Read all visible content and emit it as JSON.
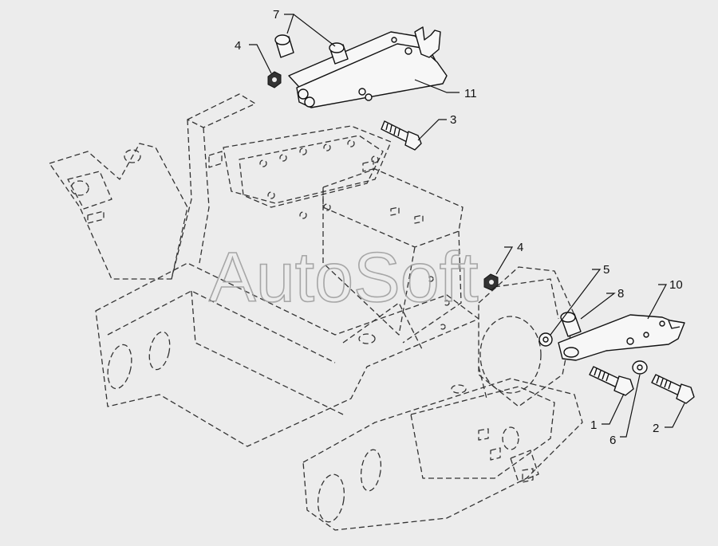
{
  "watermark": "AutoSoft",
  "callouts": {
    "c7": "7",
    "c4_top": "4",
    "c11": "11",
    "c3": "3",
    "c4_mid": "4",
    "c5": "5",
    "c8": "8",
    "c10": "10",
    "c1": "1",
    "c6": "6",
    "c2": "2"
  }
}
